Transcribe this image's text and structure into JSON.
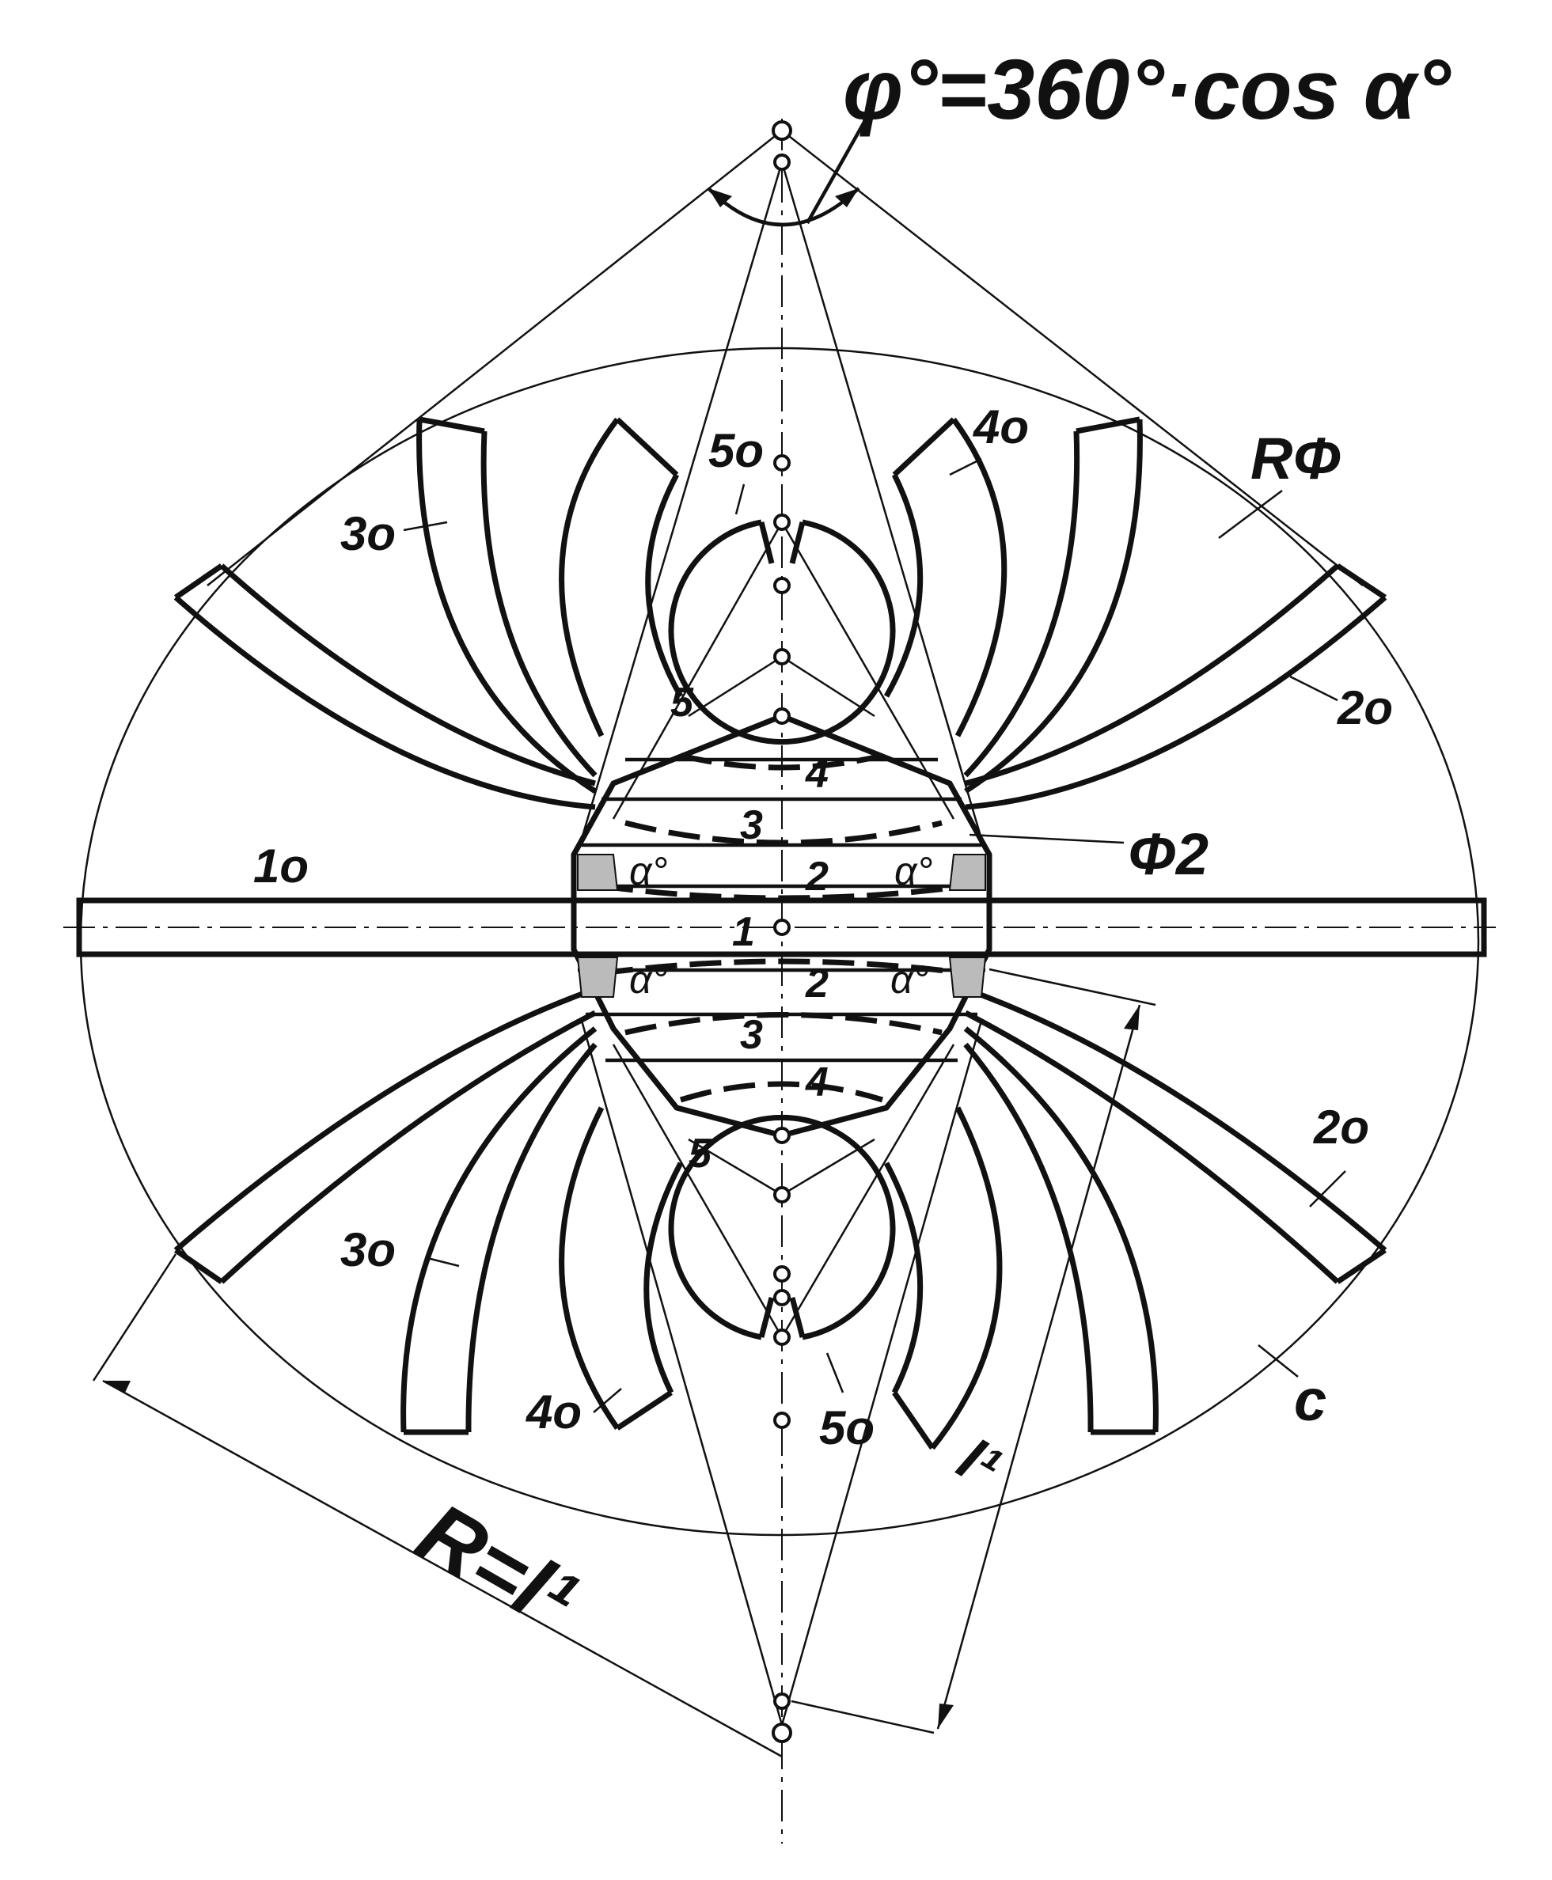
{
  "formula": "φ°=360°·cos α°",
  "labels": {
    "R_phi": "RΦ",
    "phi2": "Φ2",
    "c": "c",
    "R_eq": "R=l¹",
    "l1": "l¹",
    "one_o": "1o",
    "two_o_top": "2o",
    "two_o_bottom": "2o",
    "three_o_top": "3o",
    "three_o_bottom": "3o",
    "four_o_top": "4o",
    "four_o_bottom": "4o",
    "five_o_top": "5o",
    "five_o_bottom": "5o",
    "alpha": "α°",
    "rows_top": [
      "5",
      "4",
      "3",
      "2"
    ],
    "center": "1",
    "rows_bottom": [
      "2",
      "3",
      "4",
      "5"
    ]
  }
}
